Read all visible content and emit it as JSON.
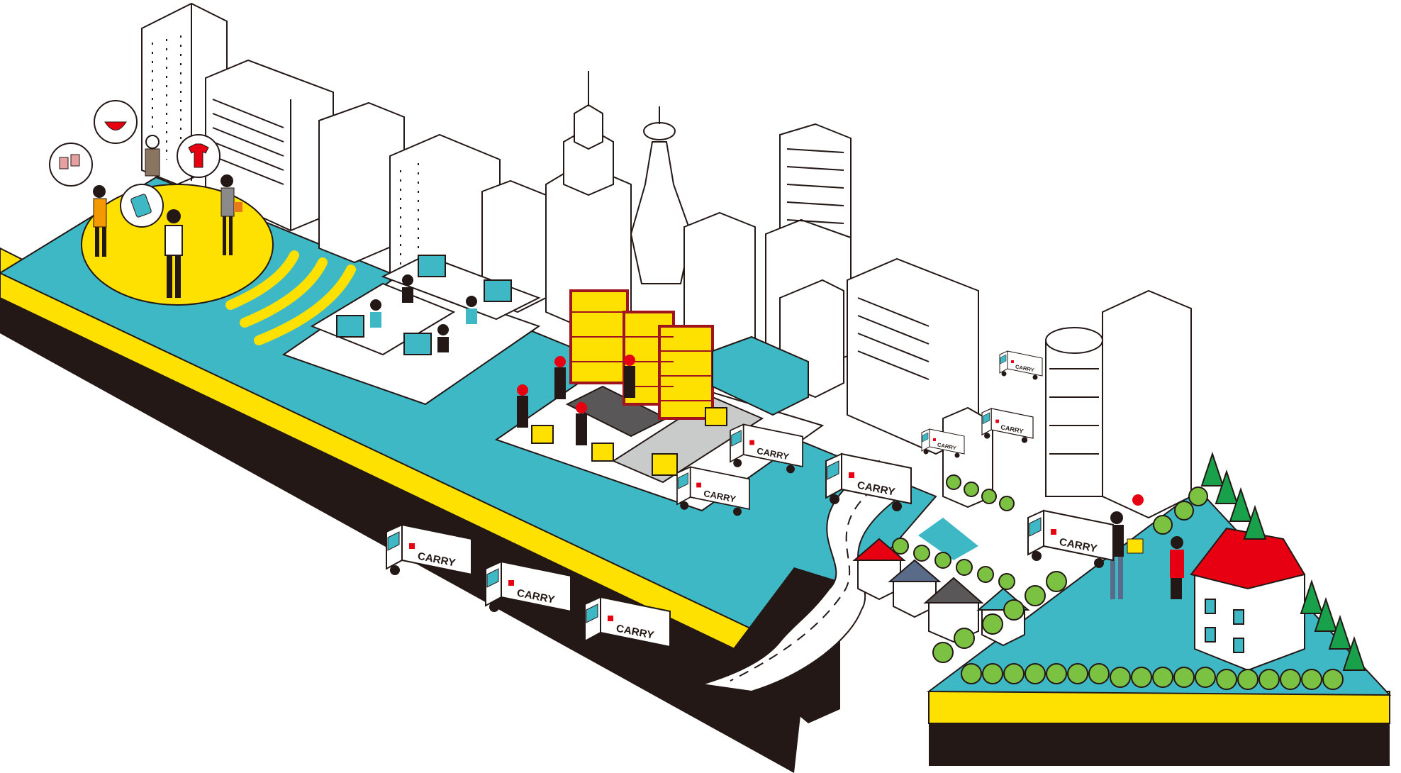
{
  "brand": {
    "truck_logo_text": "CARRY",
    "accent_red": "#e60012",
    "road_teal": "#3fb8c6",
    "edge_yellow": "#ffe100",
    "base_black": "#231815",
    "tree_green": "#7cc242",
    "pine_green": "#18a04a"
  },
  "scene": {
    "zones": [
      "consumers-zone",
      "office-zone",
      "warehouse-zone",
      "city-zone",
      "delivery-zone",
      "residential-zone"
    ],
    "icons": [
      "drink-cups-icon",
      "ramen-bowl-icon",
      "shirt-icon",
      "tablet-icon",
      "signal-waves-icon"
    ],
    "road_trucks": 3
  }
}
